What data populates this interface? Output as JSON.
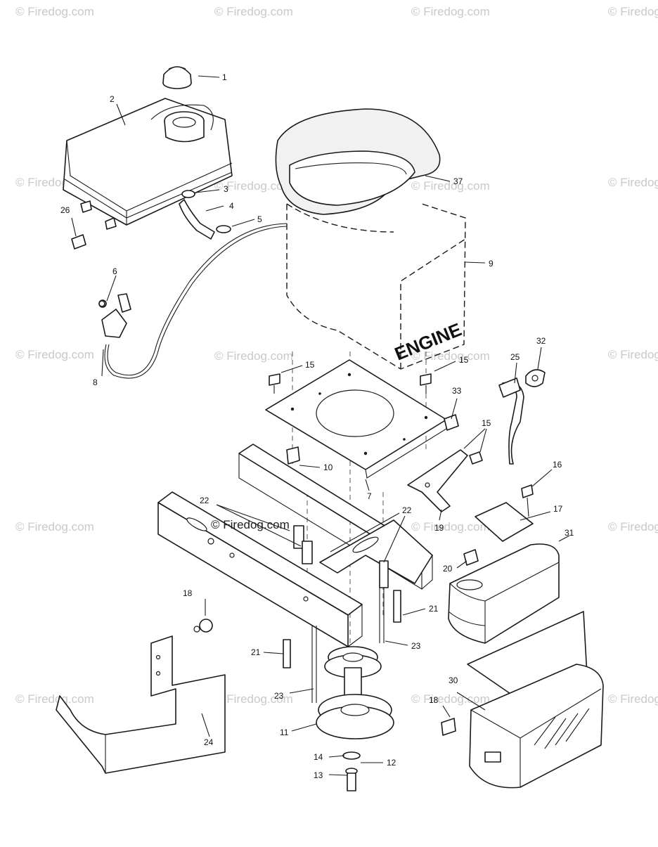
{
  "watermark": {
    "text": "© Firedog.com",
    "center_text": "© Firedog.com"
  },
  "engine_label": "ENGINE",
  "callouts": [
    {
      "id": "c1",
      "label": "1"
    },
    {
      "id": "c2",
      "label": "2"
    },
    {
      "id": "c3",
      "label": "3"
    },
    {
      "id": "c4",
      "label": "4"
    },
    {
      "id": "c5",
      "label": "5"
    },
    {
      "id": "c6",
      "label": "6"
    },
    {
      "id": "c7",
      "label": "7"
    },
    {
      "id": "c8",
      "label": "8"
    },
    {
      "id": "c9",
      "label": "9"
    },
    {
      "id": "c10",
      "label": "10"
    },
    {
      "id": "c11",
      "label": "11"
    },
    {
      "id": "c12",
      "label": "12"
    },
    {
      "id": "c13",
      "label": "13"
    },
    {
      "id": "c14",
      "label": "14"
    },
    {
      "id": "c15a",
      "label": "15"
    },
    {
      "id": "c15b",
      "label": "15"
    },
    {
      "id": "c15c",
      "label": "15"
    },
    {
      "id": "c16",
      "label": "16"
    },
    {
      "id": "c17",
      "label": "17"
    },
    {
      "id": "c18a",
      "label": "18"
    },
    {
      "id": "c18b",
      "label": "18"
    },
    {
      "id": "c19",
      "label": "19"
    },
    {
      "id": "c20",
      "label": "20"
    },
    {
      "id": "c21a",
      "label": "21"
    },
    {
      "id": "c21b",
      "label": "21"
    },
    {
      "id": "c22a",
      "label": "22"
    },
    {
      "id": "c22b",
      "label": "22"
    },
    {
      "id": "c23a",
      "label": "23"
    },
    {
      "id": "c23b",
      "label": "23"
    },
    {
      "id": "c24",
      "label": "24"
    },
    {
      "id": "c25",
      "label": "25"
    },
    {
      "id": "c26",
      "label": "26"
    },
    {
      "id": "c30",
      "label": "30"
    },
    {
      "id": "c31",
      "label": "31"
    },
    {
      "id": "c32",
      "label": "32"
    },
    {
      "id": "c33",
      "label": "33"
    },
    {
      "id": "c37",
      "label": "37"
    }
  ]
}
